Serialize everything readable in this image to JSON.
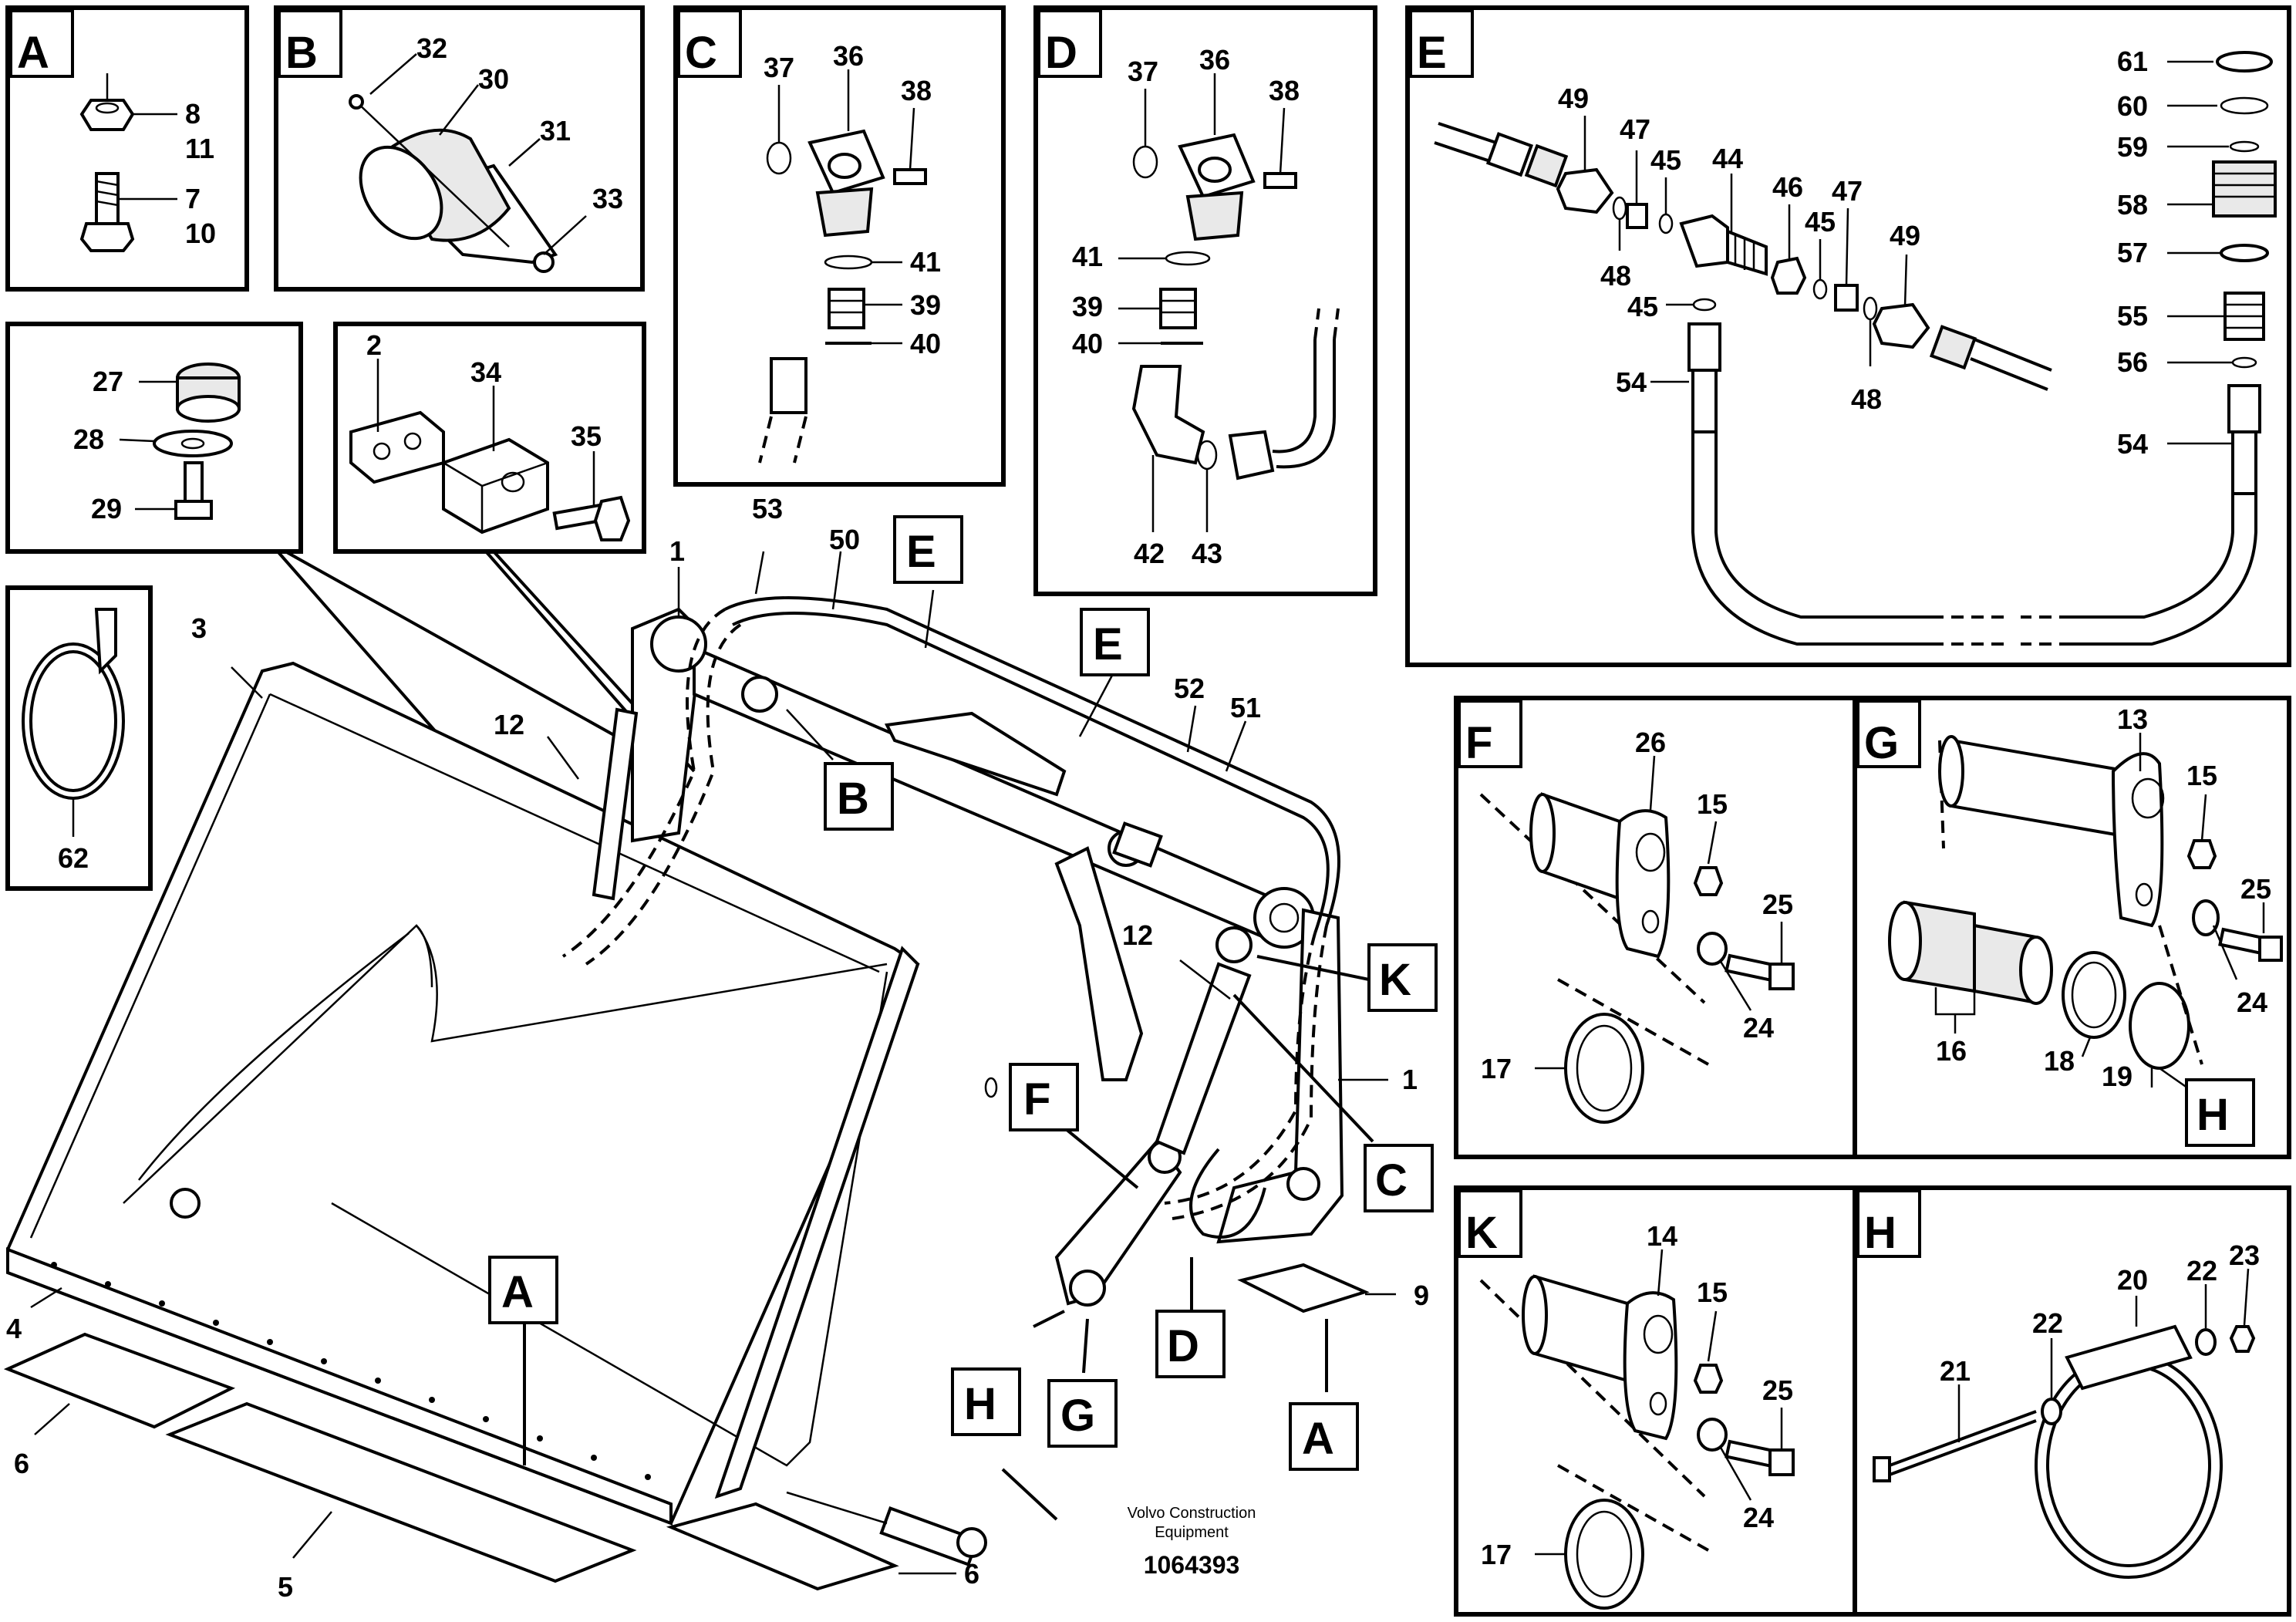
{
  "panels": {
    "A": {
      "letter": "A",
      "labels": [
        "8",
        "11",
        "7",
        "10"
      ]
    },
    "B": {
      "letter": "B",
      "labels": [
        "32",
        "30",
        "31",
        "33"
      ]
    },
    "C": {
      "letter": "C",
      "labels": [
        "37",
        "36",
        "38",
        "41",
        "39",
        "40"
      ]
    },
    "D": {
      "letter": "D",
      "labels": [
        "37",
        "36",
        "38",
        "41",
        "39",
        "40",
        "42",
        "43"
      ]
    },
    "E": {
      "letter": "E",
      "labels": [
        "49",
        "47",
        "45",
        "44",
        "46",
        "45",
        "47",
        "49",
        "48",
        "45",
        "48",
        "54",
        "61",
        "60",
        "59",
        "58",
        "57",
        "55",
        "56",
        "54"
      ]
    },
    "F": {
      "letter": "F",
      "labels": [
        "26",
        "15",
        "25",
        "24",
        "17"
      ]
    },
    "G": {
      "letter": "G",
      "labels": [
        "13",
        "15",
        "25",
        "24",
        "16",
        "18",
        "19"
      ],
      "callout": "H"
    },
    "K": {
      "letter": "K",
      "labels": [
        "14",
        "15",
        "25",
        "24",
        "17"
      ]
    },
    "H": {
      "letter": "H",
      "labels": [
        "23",
        "22",
        "20",
        "22",
        "21"
      ]
    },
    "P1": {
      "labels": [
        "27",
        "28",
        "29"
      ]
    },
    "P2": {
      "labels": [
        "2",
        "34",
        "35"
      ]
    },
    "P3": {
      "labels": [
        "62"
      ]
    }
  },
  "main": {
    "labels": [
      "3",
      "12",
      "1",
      "53",
      "50",
      "52",
      "51",
      "12",
      "1",
      "4",
      "6",
      "5",
      "6",
      "9"
    ],
    "callouts": [
      "E",
      "E",
      "B",
      "K",
      "F",
      "C",
      "A",
      "D",
      "H",
      "G",
      "A"
    ]
  },
  "footer": {
    "company": "Volvo Construction",
    "company2": "Equipment",
    "drawing_number": "1064393"
  }
}
